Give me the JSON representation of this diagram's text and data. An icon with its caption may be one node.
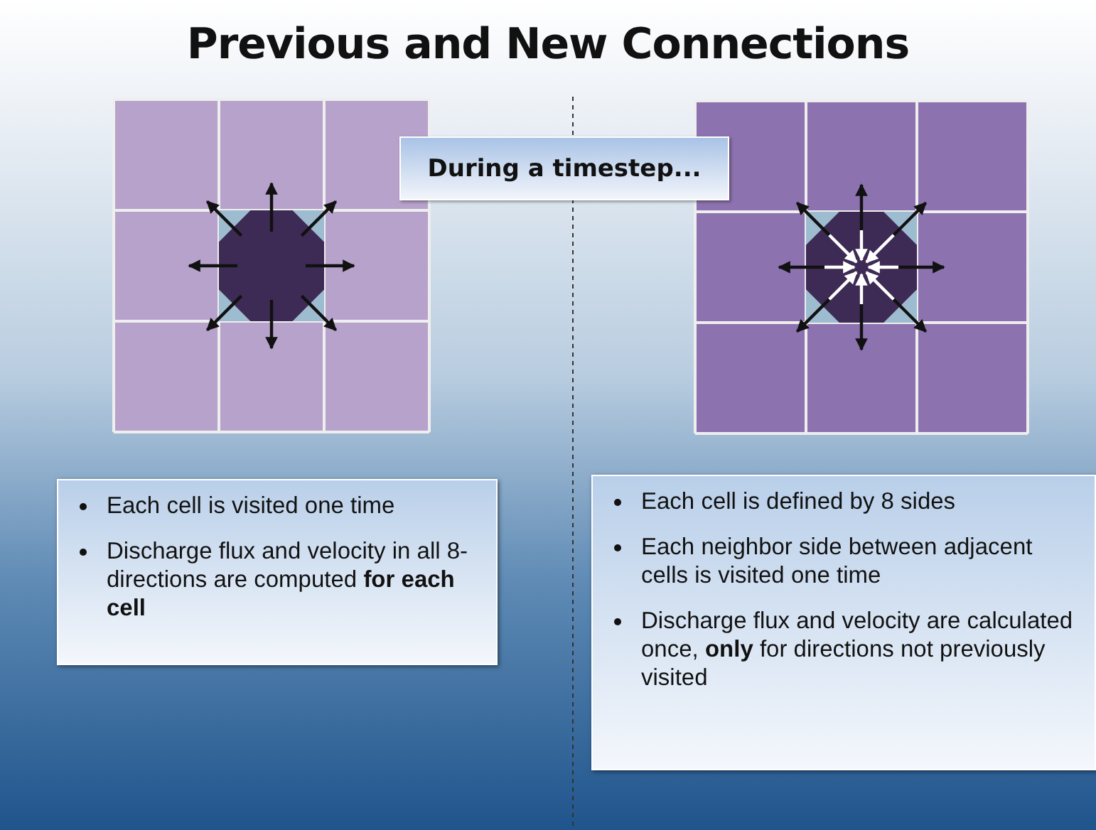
{
  "diagram": {
    "title": "Previous and New Connections",
    "nodes": [
      {
        "text": [
          "During a timestep..."
        ]
      },
      {
        "text": [
          "Each cell is visited one time",
          "Discharge flux and velocity in all 8-directions are computed **for each cell**"
        ]
      },
      {
        "text": [
          "Each cell is defined by 8 sides",
          "Each neighbor side between adjacent cells is visited one time",
          "Discharge flux and velocity are calculated once, **only** for directions not previously visited"
        ]
      }
    ]
  }
}
